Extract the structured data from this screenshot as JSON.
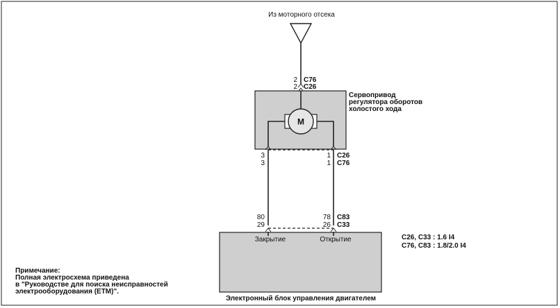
{
  "source": {
    "label": "Из моторного отсека"
  },
  "top_pins": {
    "pin_a": "2",
    "pin_b": "2",
    "conn_a": "C76",
    "conn_b": "C26"
  },
  "actuator": {
    "label_line1": "Сервопривод",
    "label_line2": "регулятора оборотов",
    "label_line3": "холостого хода",
    "motor_letter": "M"
  },
  "mid_pins": {
    "left_a": "3",
    "left_b": "3",
    "right_a": "1",
    "right_b": "1",
    "conn_a": "C26",
    "conn_b": "C76"
  },
  "bottom_pins": {
    "left_a": "80",
    "left_b": "29",
    "right_a": "78",
    "right_b": "26",
    "conn_a": "C83",
    "conn_b": "C33"
  },
  "ecu": {
    "close_label": "Закрытие",
    "open_label": "Открытие",
    "title": "Электронный блок управления двигателем"
  },
  "legend": {
    "line1": "C26, C33 : 1.6 I4",
    "line2": "C76, C83 : 1.8/2.0 I4"
  },
  "note": {
    "title": "Примечание:",
    "line1": "Полная электросхема приведена",
    "line2": "в \"Руководстве для поиска неисправностей",
    "line3": "электрооборудования (ETM)\"."
  },
  "colors": {
    "box_fill": "#cfcfcf",
    "line": "#222222"
  }
}
